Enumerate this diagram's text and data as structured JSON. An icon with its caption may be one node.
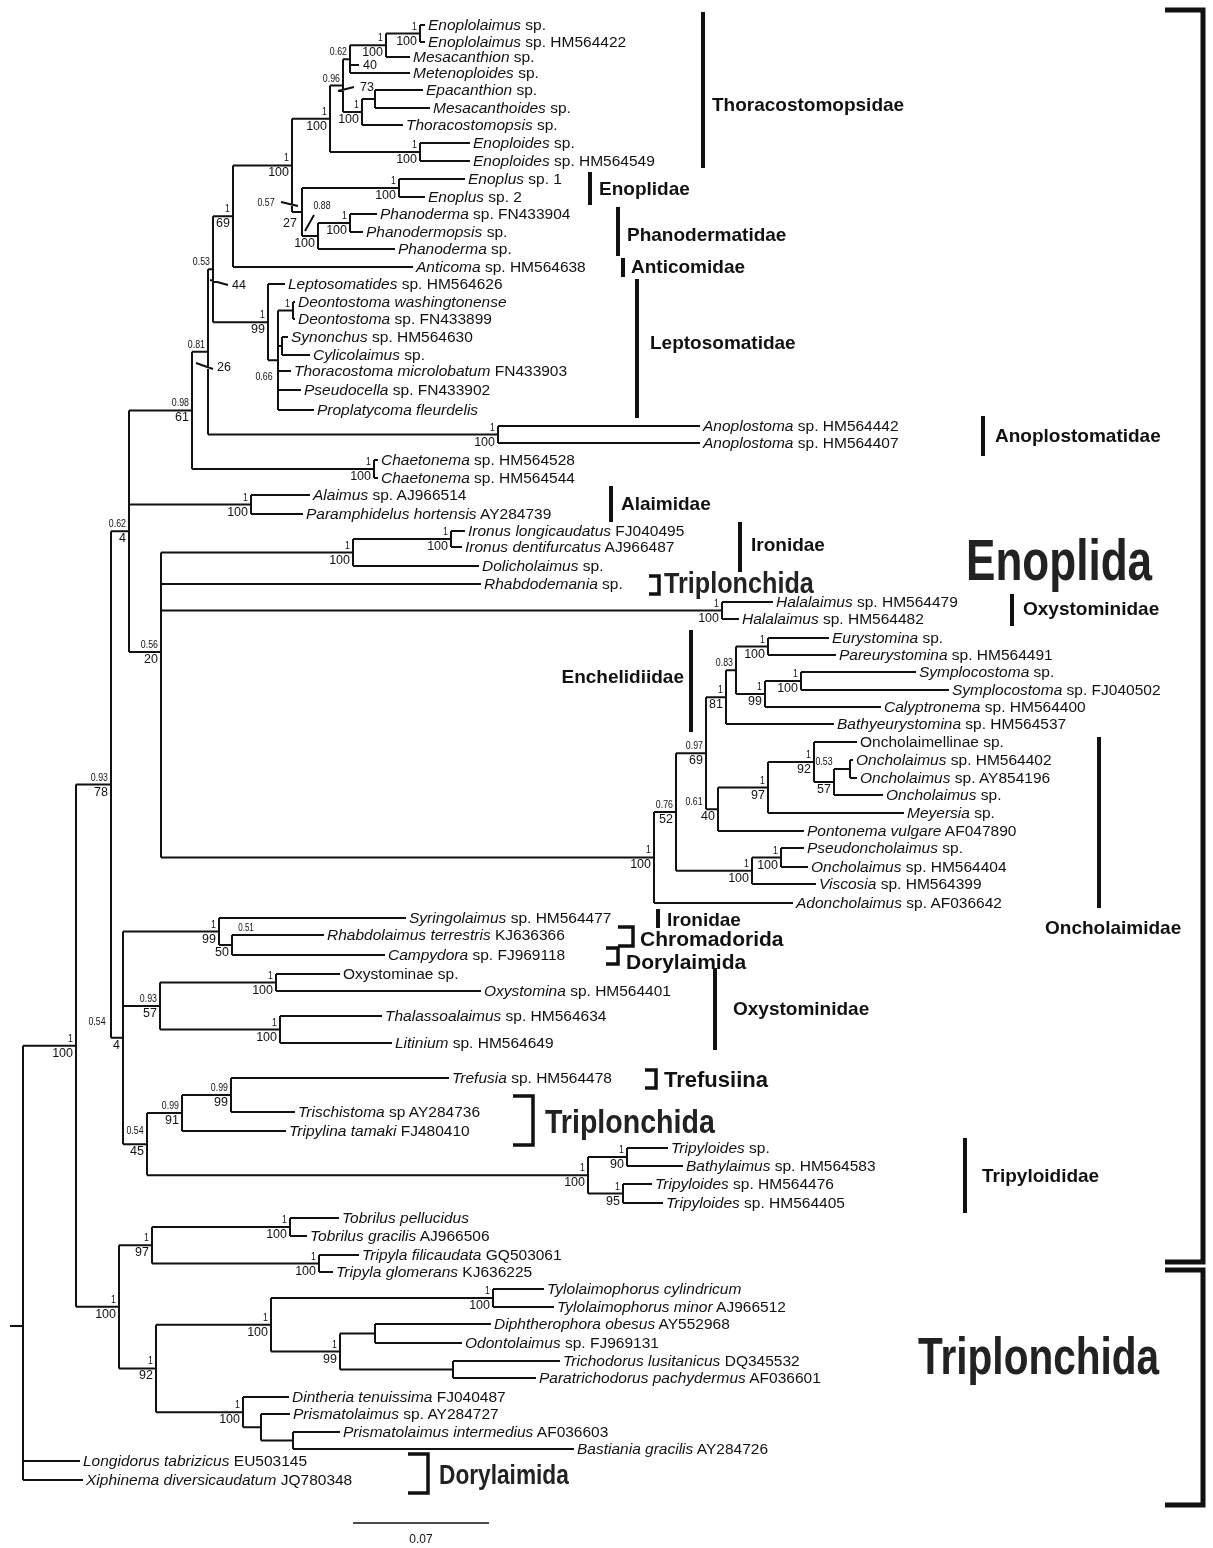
{
  "diagram": {
    "labels": [
      "*Enoplolaimus* sp.",
      "*Enoplolaimus* sp. HM564422",
      "*Mesacanthion* sp.",
      "*Metenoploides* sp.",
      "*Epacanthion* sp.",
      "*Mesacanthoides* sp.",
      "*Thoracostomopsis* sp.",
      "*Enoploides* sp.",
      "*Enoploides* sp. HM564549",
      "*Enoplus* sp. 1",
      "*Enoplus* sp. 2",
      "*Phanoderma* sp. FN433904",
      "*Phanodermopsis* sp.",
      "*Phanoderma* sp.",
      "*Anticoma* sp. HM564638",
      "*Leptosomatides* sp. HM564626",
      "Deontostoma washingtonense",
      "*Deontostoma* sp. FN433899",
      "*Synonchus* sp. HM564630",
      "*Cylicolaimus* sp.",
      "*Thoracostoma microlobatum* FN433903",
      "*Pseudocella* sp. FN433902",
      "Proplatycoma fleurdelis",
      "*Anoplostoma* sp. HM564442",
      "*Anoplostoma* sp. HM564407",
      "*Chaetonema* sp. HM564528",
      "*Chaetonema* sp. HM564544",
      "*Alaimus* sp. AJ966514",
      "*Paramphidelus hortensis* AY284739",
      "*Ironus longicaudatus* FJ040495",
      "*Ironus dentifurcatus* AJ966487",
      "*Dolicholaimus* sp.",
      "*Rhabdodemania* sp.",
      "*Halalaimus* sp. HM564479",
      "*Halalaimus* sp. HM564482",
      "*Eurystomina* sp.",
      "*Pareurystomina* sp. HM564491",
      "*Symplocostoma* sp.",
      "*Symplocostoma* sp. FJ040502",
      "*Calyptronema* sp. HM564400",
      "*Bathyeurystomina* sp. HM564537",
      "Oncholaimellinae sp.",
      "*Oncholaimus* sp. HM564402",
      "*Oncholaimus* sp. AY854196",
      "*Oncholaimus* sp.",
      "*Meyersia* sp.",
      "*Pontonema vulgare* AF047890",
      "*Pseudoncholaimus* sp.",
      "*Oncholaimus* sp. HM564404",
      "*Viscosia* sp. HM564399",
      "*Adoncholaimus* sp. AF036642",
      "*Syringolaimus* sp. HM564477",
      "*Rhabdolaimus terrestris* KJ636366",
      "*Campydora* sp. FJ969118",
      "Oxystominae sp.",
      "*Oxystomina* sp. HM564401",
      "*Thalassoalaimus* sp. HM564634",
      "*Litinium* sp. HM564649",
      "*Trefusia* sp. HM564478",
      "*Trischistoma* sp AY284736",
      "*Tripylina tamaki* FJ480410",
      "*Tripyloides* sp.",
      "*Bathylaimus* sp. HM564583",
      "*Tripyloides* sp. HM564476",
      "*Tripyloides* sp. HM564405",
      "Tobrilus pellucidus",
      "*Tobrilus gracilis* AJ966506",
      "*Tripyla filicaudata* GQ503061",
      "*Tripyla glomerans* KJ636225",
      "Tylolaimophorus cylindricum",
      "*Tylolaimophorus minor* AJ966512",
      "*Diphtherophora obesus* AY552968",
      "*Odontolaimus* sp. FJ969131",
      "*Trichodorus lusitanicus* DQ345532",
      "*Paratrichodorus pachydermus* AF036601",
      "*Dintheria tenuissima* FJ040487",
      "*Prismatolaimus* sp. AY284727",
      "*Prismatolaimus intermedius* AF036603",
      "*Bastiania gracilis* AY284726",
      "*Longidorus tabrizicus* EU503145",
      "*Xiphinema diversicaudatum* JQ780348",
      "1",
      "100",
      "0.93",
      "78",
      "0.62",
      "4",
      "0.98",
      "61",
      "0.81",
      "26",
      "0.53",
      "44",
      "1",
      "69",
      "1",
      "100",
      "1",
      "100",
      "0.96",
      "73",
      "0.62",
      "40",
      "1",
      "100",
      "1",
      "100",
      "1",
      "100",
      "1",
      "100",
      "0.57",
      "27",
      "1",
      "100",
      "0.88",
      "100",
      "1",
      "100",
      "1",
      "99",
      "0.66",
      "1",
      "1",
      "100",
      "1",
      "100",
      "1",
      "100",
      "0.56",
      "20",
      "1",
      "100",
      "1",
      "100",
      "1",
      "100",
      "1",
      "100",
      "0.76",
      "52",
      "0.97",
      "69",
      "1",
      "81",
      "0.83",
      "1",
      "100",
      "1",
      "99",
      "1",
      "100",
      "0.61",
      "40",
      "1",
      "97",
      "1",
      "92",
      "0.53",
      "57",
      "1",
      "100",
      "1",
      "100",
      "0.54",
      "4",
      "1",
      "99",
      "0.51",
      "50",
      "0.93",
      "57",
      "1",
      "100",
      "1",
      "100",
      "0.54",
      "45",
      "0.99",
      "91",
      "0.99",
      "99",
      "1",
      "100",
      "1",
      "90",
      "1",
      "95",
      "1",
      "100",
      "1",
      "97",
      "1",
      "100",
      "1",
      "100",
      "1",
      "92",
      "1",
      "100",
      "1",
      "100",
      "1",
      "99",
      "1",
      "100",
      "Thoracostomopsidae",
      "Enoplidae",
      "Phanodermatidae",
      "Anticomidae",
      "Leptosomatidae",
      "Anoplostomatidae",
      "Alaimidae",
      "Enoplida",
      "Ironidae",
      "Triplonchida",
      "Oxystominidae",
      "Enchelidiidae",
      "Ironidae",
      "Oncholaimidae",
      "Chromadorida",
      "Dorylaimida",
      "Oxystominidae",
      "Trefusiina",
      "Triplonchida",
      "Tripyloididae",
      "Triplonchida",
      "Dorylaimida",
      "0.07"
    ]
  }
}
